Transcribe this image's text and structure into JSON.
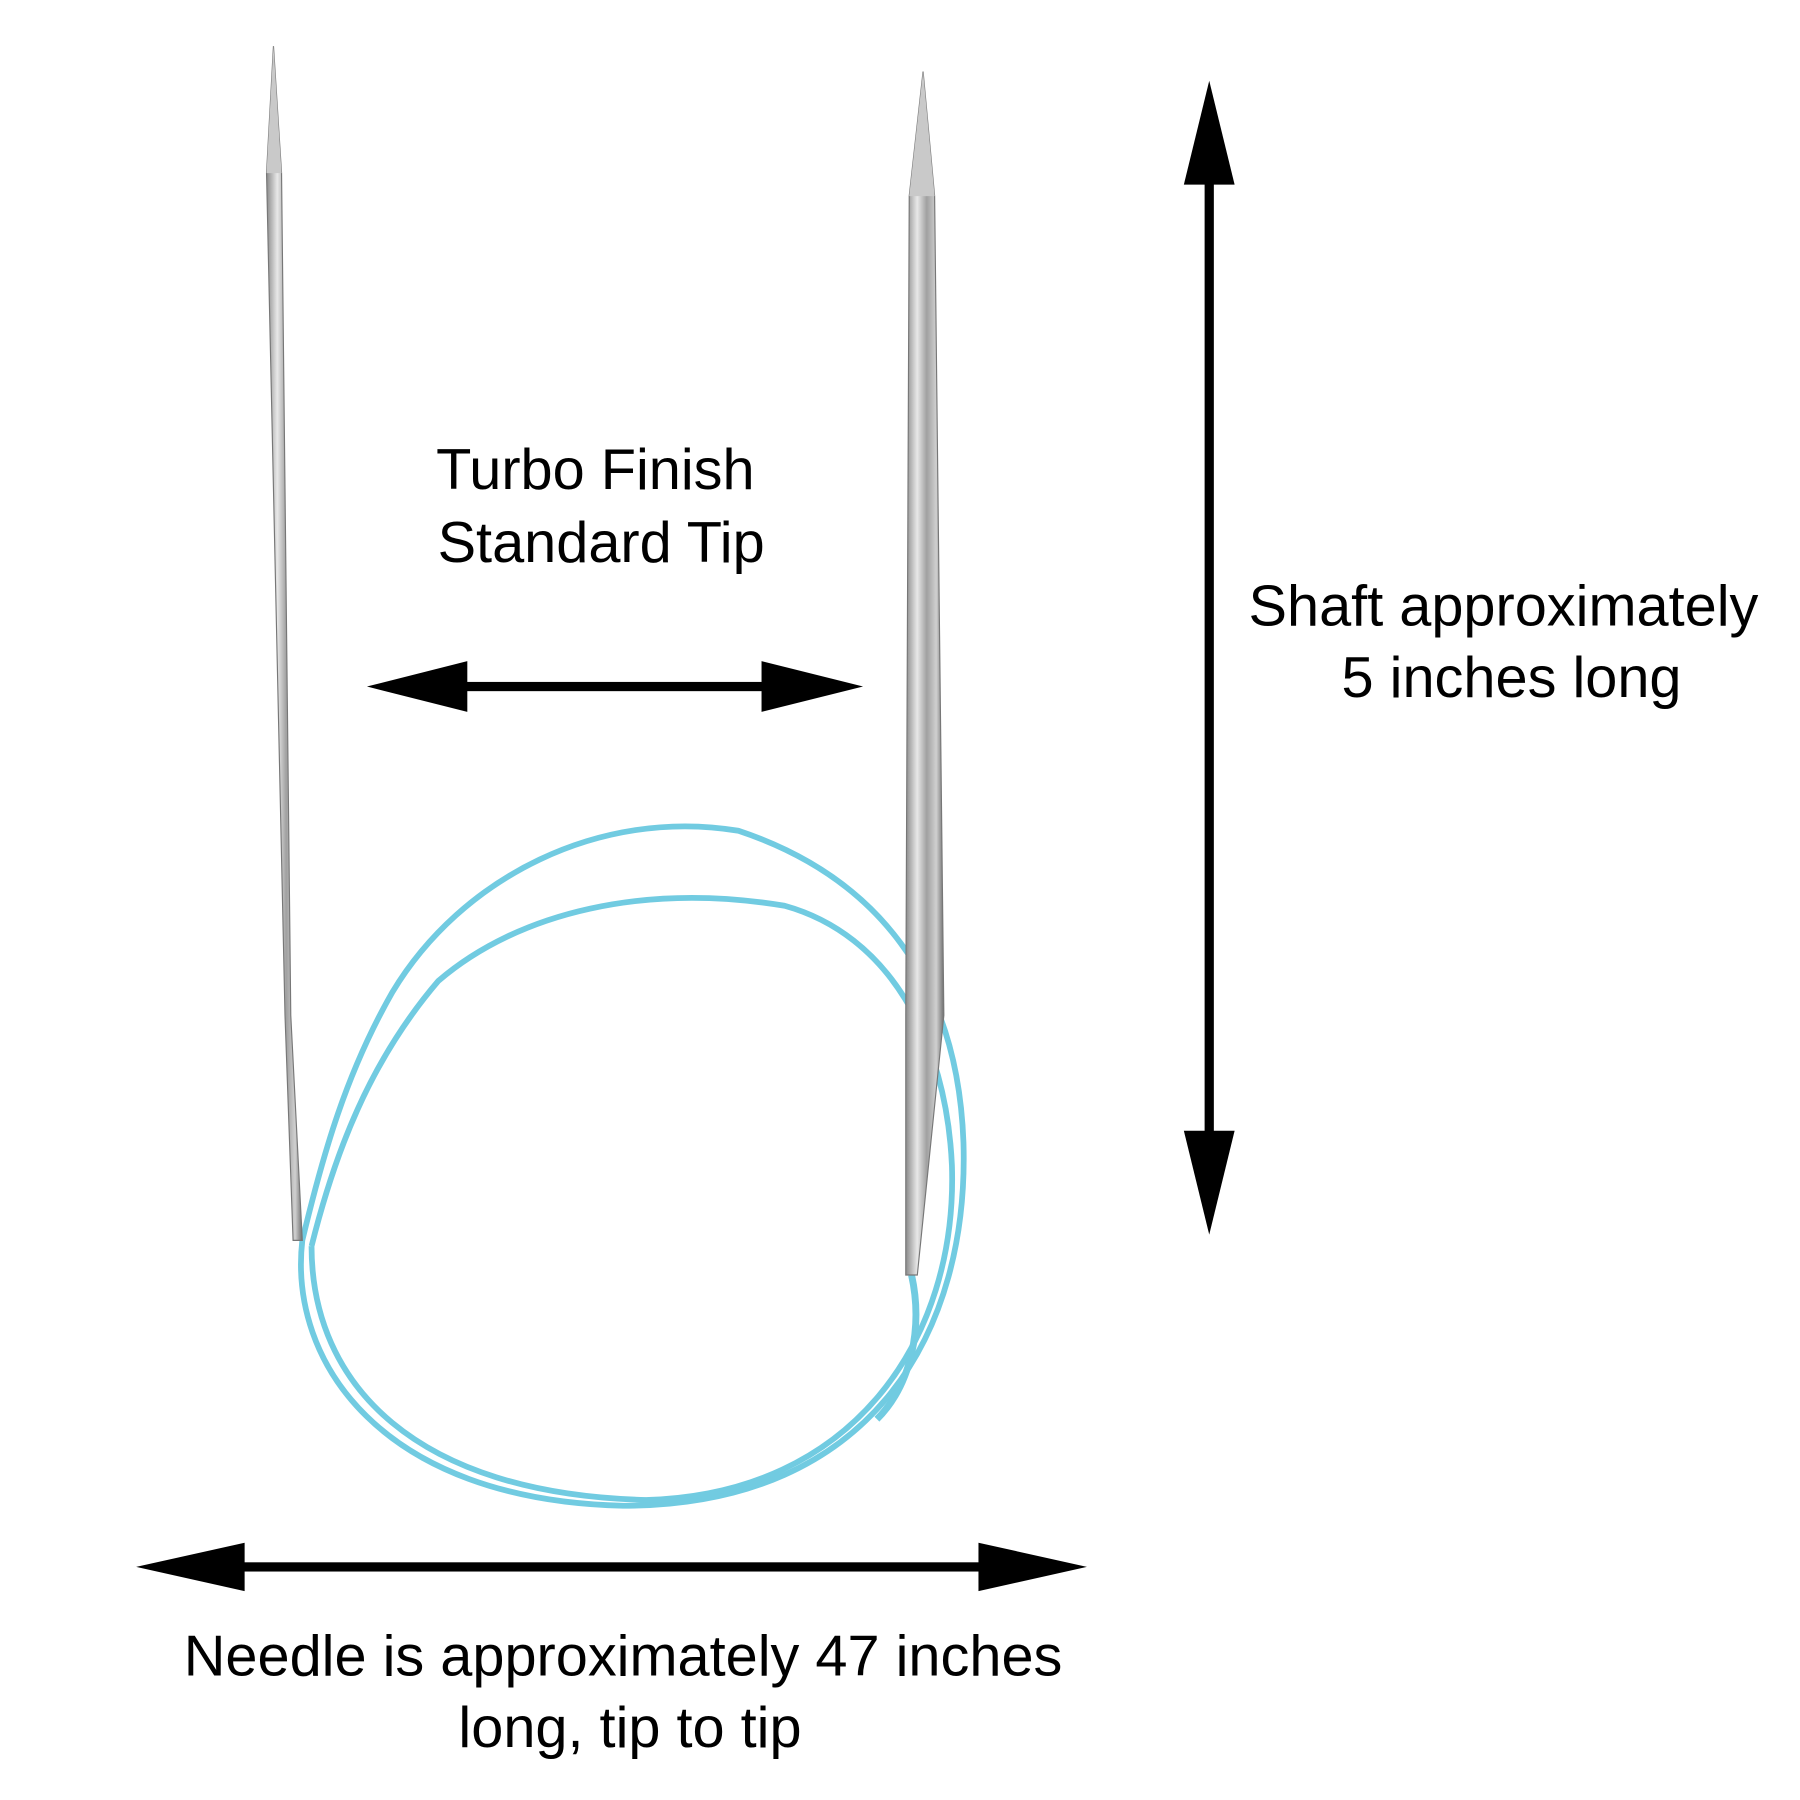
{
  "labels": {
    "tip_line1": "Turbo Finish",
    "tip_line2": "Standard Tip",
    "shaft_line1": "Shaft approximately",
    "shaft_line2": "5 inches long",
    "length_line1": "Needle is approximately 47 inches",
    "length_line2": "long, tip to tip"
  },
  "colors": {
    "cable": "#5ec8e0",
    "needle": "#b8b8b8",
    "arrow": "#000000"
  }
}
